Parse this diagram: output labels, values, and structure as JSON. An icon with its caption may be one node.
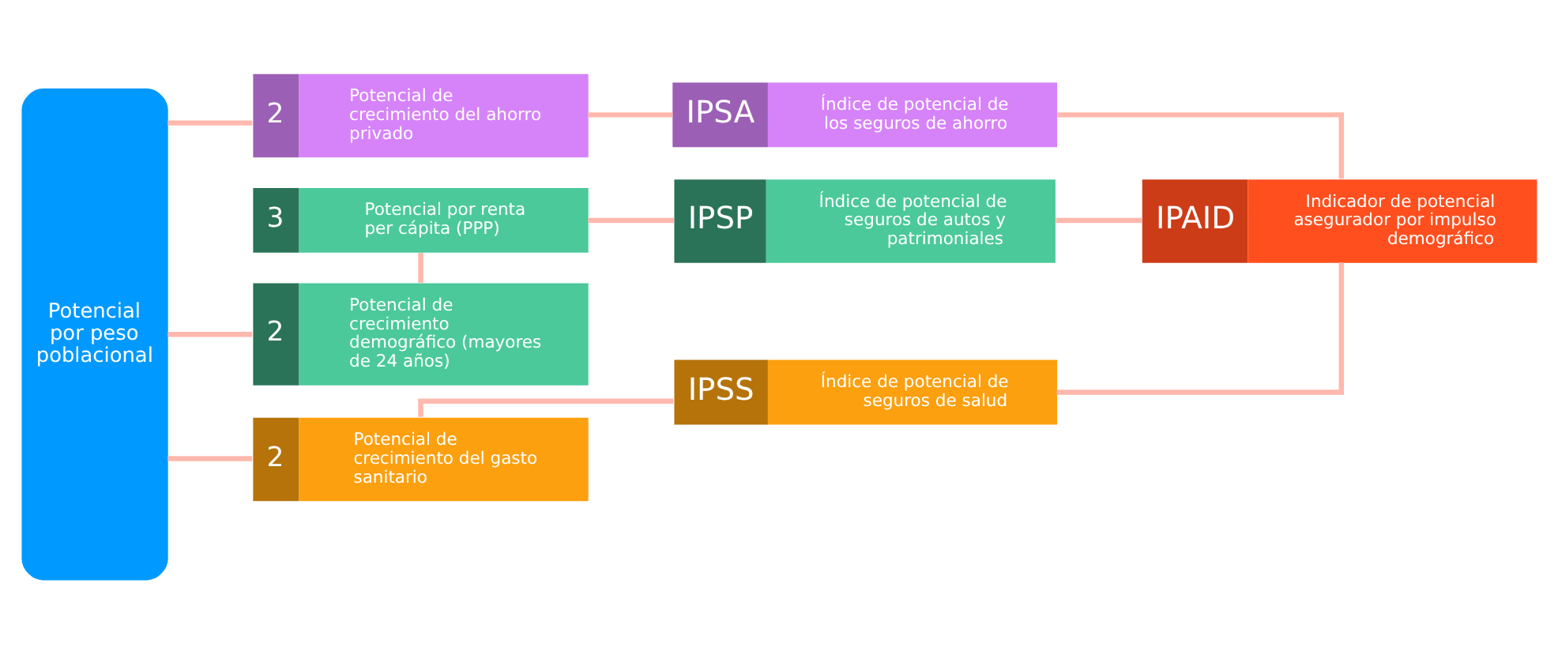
{
  "diagram": {
    "nodes": [
      {
        "text": [
          "Potencial por peso poblacional"
        ]
      },
      {
        "text": [
          "2",
          "Potencial de crecimiento demográfico (mayores de 24 años)"
        ]
      },
      {
        "text": [
          "3",
          "Potencial por renta per cápita (PPP)"
        ]
      },
      {
        "text": [
          "IPSP",
          "Índice de potencial de seguros de autos y patrimoniales"
        ]
      },
      {
        "text": [
          "IPAID",
          "Indicador de potencial asegurador por impulso demográfico"
        ]
      },
      {
        "text": [
          "2",
          "Potencial de crecimiento del gasto sanitario"
        ]
      },
      {
        "text": [
          "IPSS",
          "Índice de potencial de seguros de salud"
        ]
      },
      {
        "text": [
          "2",
          "Potencial de crecimiento del ahorro privado"
        ]
      },
      {
        "text": [
          "IPSA",
          "Índice de potencial de los seguros de ahorro"
        ]
      }
    ],
    "edges": [
      {
        "from": 0,
        "to": 1,
        "arrow": "none"
      },
      {
        "from": 1,
        "to": 2,
        "arrow": "none"
      },
      {
        "from": 2,
        "to": 3,
        "arrow": "none"
      },
      {
        "from": 3,
        "to": 4,
        "arrow": "none"
      },
      {
        "from": 0,
        "to": 5,
        "arrow": "none"
      },
      {
        "from": 5,
        "to": 6,
        "arrow": "none"
      },
      {
        "from": 6,
        "to": 4,
        "arrow": "none"
      },
      {
        "from": 0,
        "to": 7,
        "arrow": "none"
      },
      {
        "from": 7,
        "to": 8,
        "arrow": "none"
      },
      {
        "from": 8,
        "to": 4,
        "arrow": "none"
      }
    ]
  }
}
